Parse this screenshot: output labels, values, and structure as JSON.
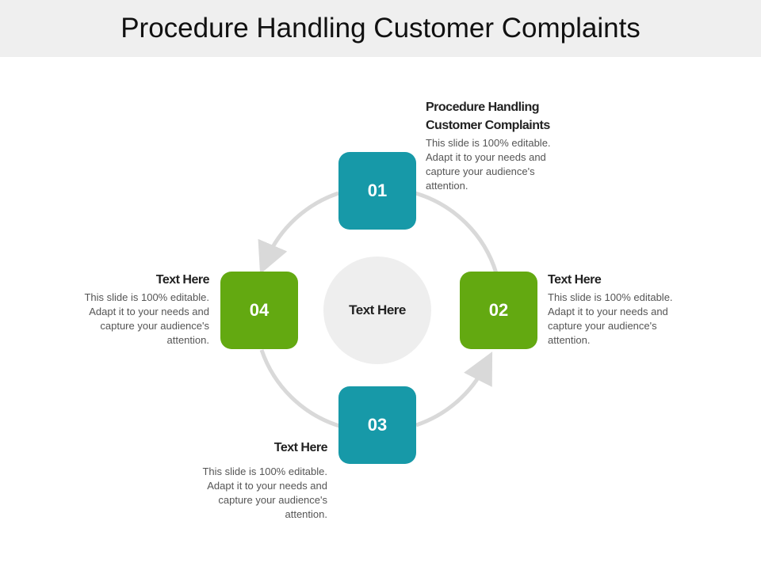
{
  "slide": {
    "title": "Procedure Handling Customer Complaints",
    "center_label": "Text Here"
  },
  "steps": [
    {
      "number": "01",
      "heading": "Procedure Handling Customer Complaints",
      "description": "This slide is 100% editable. Adapt it to your needs and capture your audience's attention.",
      "color": "#1799a8"
    },
    {
      "number": "02",
      "heading": "Text Here",
      "description": "This slide is 100% editable. Adapt it to your needs and capture your audience's attention.",
      "color": "#63a911"
    },
    {
      "number": "03",
      "heading": "Text Here",
      "description": "This slide is 100% editable. Adapt it to your needs and capture your audience's attention.",
      "color": "#1799a8"
    },
    {
      "number": "04",
      "heading": "Text Here",
      "description": "This slide is 100% editable. Adapt it to your needs and capture your audience's attention.",
      "color": "#63a911"
    }
  ],
  "colors": {
    "title_bar": "#efefef",
    "arc": "#d9d9d9",
    "center_circle": "#eeeeee"
  }
}
